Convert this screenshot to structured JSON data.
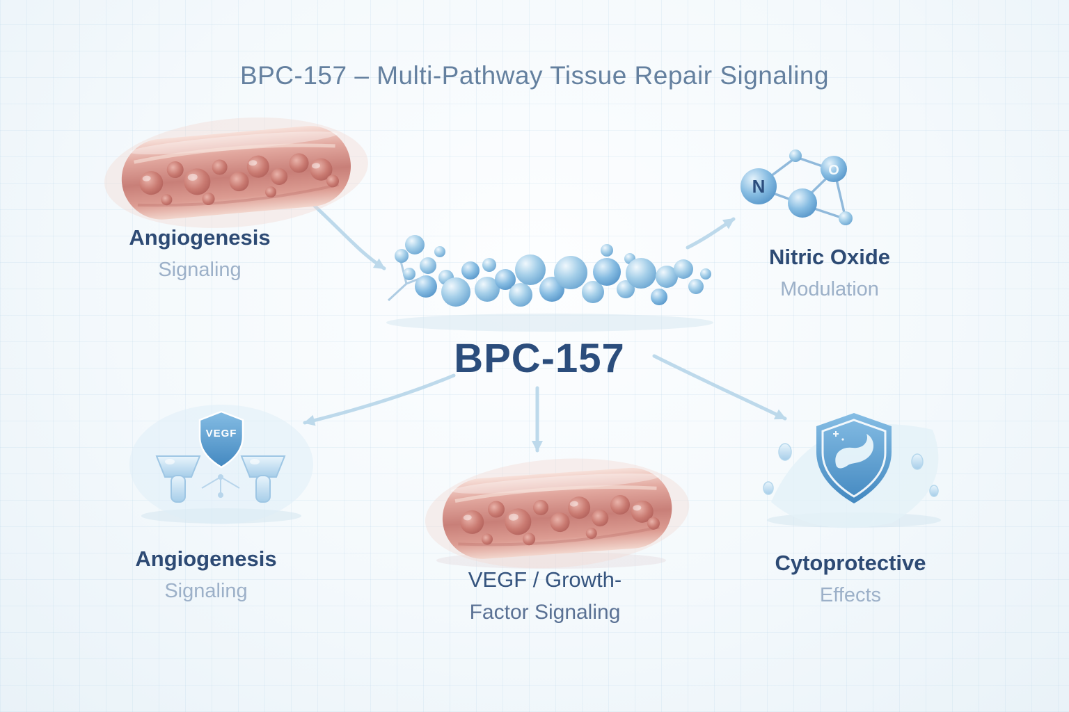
{
  "title": "BPC-157 – Multi-Pathway Tissue Repair Signaling",
  "center_label": "BPC-157",
  "nodes": {
    "angiogenesis_top": {
      "title": "Angiogenesis",
      "subtitle": "Signaling"
    },
    "nitric_oxide": {
      "title": "Nitric Oxide",
      "subtitle": "Modulation"
    },
    "angiogenesis_bottom": {
      "title": "Angiogenesis",
      "subtitle": "Signaling"
    },
    "vegf_growth": {
      "title": "VEGF / Growth-",
      "subtitle": "Factor Signaling"
    },
    "cytoprotective": {
      "title": "Cytoprotective",
      "subtitle": "Effects"
    }
  },
  "icon_text": {
    "vegf_shield": "VEGF",
    "atom_n": "N",
    "atom_o": "O"
  },
  "colors": {
    "title": "#64809f",
    "heading": "#2d4a74",
    "subheading": "#9cb0c8",
    "arrow": "#b3d4e8",
    "molecule_blue": "#5f9dcd",
    "vessel_red": "#c87f78",
    "shield_blue": "#4388c0"
  }
}
